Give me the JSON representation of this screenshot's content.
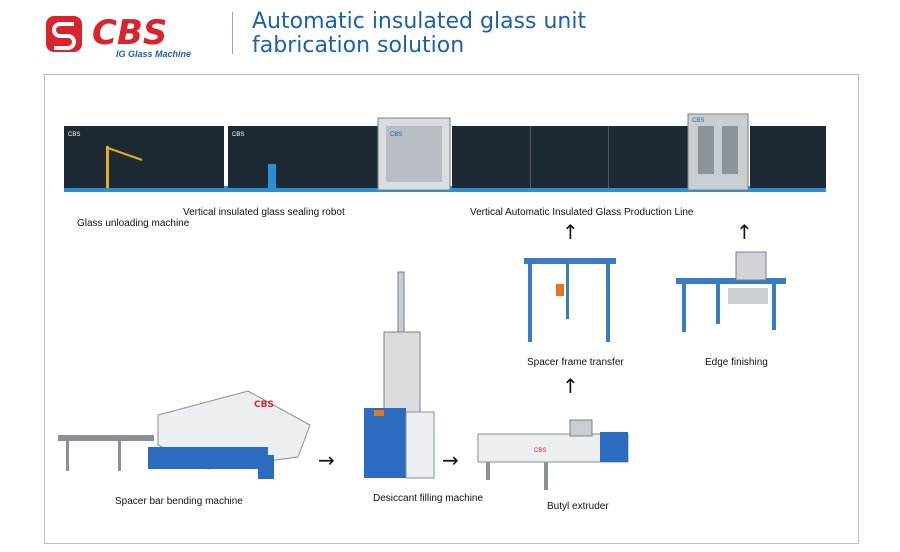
{
  "brand": {
    "logo_text": "CBS",
    "logo_subtitle": "IG Glass Machine",
    "brand_red": "#d9232e",
    "brand_blue": "#1e5fb0"
  },
  "headline": {
    "line1": "Automatic insulated glass unit",
    "line2": "fabrication solution"
  },
  "panel_brand": "CBS",
  "production_line": {
    "labels": {
      "unloading": "Glass unloading machine",
      "sealing_robot": "Vertical insulated glass sealing robot",
      "production_line": "Vertical Automatic  Insulated Glass Production Line"
    }
  },
  "machines": {
    "spacer_transfer": "Spacer frame transfer",
    "edge_finishing": "Edge finishing",
    "bending": "Spacer bar bending machine",
    "desiccant": "Desiccant filling machine",
    "butyl": "Butyl extruder"
  },
  "arrows": {
    "up": "↑",
    "right": "→"
  }
}
